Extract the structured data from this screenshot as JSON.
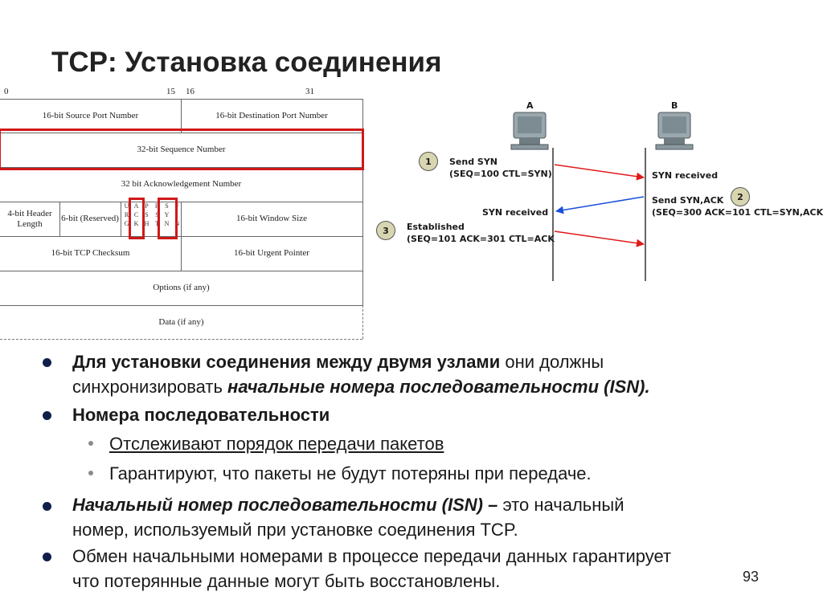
{
  "title": "TCP: Установка соединения",
  "header": {
    "bit_labels": [
      "0",
      "15",
      "16",
      "31"
    ],
    "source_port": "16-bit Source Port Number",
    "dest_port": "16-bit Destination Port Number",
    "sequence": "32-bit Sequence Number",
    "ack": "32 bit Acknowledgement Number",
    "header_length": "4-bit Header Length",
    "reserved": "6-bit (Reserved)",
    "flags": [
      "URG",
      "ACK",
      "PSH",
      "RST",
      "SYN",
      "FIN"
    ],
    "window": "16-bit Window Size",
    "checksum": "16-bit TCP Checksum",
    "urgent": "16-bit Urgent Pointer",
    "options": "Options (if any)",
    "data": "Data (if any)"
  },
  "handshake": {
    "host_a": "A",
    "host_b": "B",
    "step1_num": "1",
    "step1_line1": "Send SYN",
    "step1_line2": "(SEQ=100 CTL=SYN)",
    "syn_received_b": "SYN received",
    "step2_num": "2",
    "step2_line1": "Send SYN,ACK",
    "step2_line2": "(SEQ=300 ACK=101 CTL=SYN,ACK)",
    "syn_received_a": "SYN received",
    "step3_num": "3",
    "step3_line1": "Established",
    "step3_line2": "(SEQ=101 ACK=301 CTL=ACK",
    "colors": {
      "red_arrow": "#e01a1a",
      "blue_arrow": "#1a4fd8",
      "line": "#333333"
    }
  },
  "bullets": {
    "b1_bold": "Для установки соединения между двумя узлами",
    "b1_rest": " они должны",
    "b1_line2_plain": "синхронизировать ",
    "b1_line2_bi": "начальные номера последовательности (ISN).",
    "b2": "Номера последовательности",
    "sub1": "Отслеживают порядок передачи пакетов",
    "sub2": "Гарантируют, что пакеты не будут потеряны при передаче.",
    "b3_bi": "Начальный номер последовательности (ISN) –",
    "b3_rest": " это начальный",
    "b3_line2": "номер, используемый при установке соединения TCP.",
    "b4_line1": "Обмен начальными номерами в процессе передачи данных гарантирует",
    "b4_line2": "что потерянные данные могут быть восстановлены."
  },
  "page_number": "93",
  "colors": {
    "highlight_red": "#d01818",
    "bullet": "#0f1f4a",
    "sub_bullet": "#8a8a8a"
  }
}
